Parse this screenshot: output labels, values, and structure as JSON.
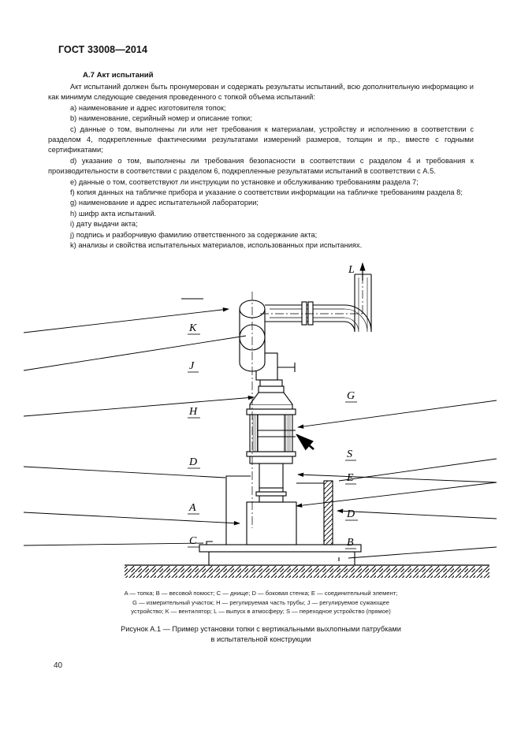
{
  "header": {
    "standard": "ГОСТ 33008—2014"
  },
  "section": {
    "number_title": "А.7 Акт испытаний"
  },
  "body": {
    "intro": "Акт испытаний должен быть пронумерован и содержать результаты испытаний, всю дополнительную информацию и как минимум следующие сведения проведенного с топкой объема испытаний:",
    "items": [
      "a) наименование и адрес изготовителя топок;",
      "b) наименование, серийный номер и описание топки;",
      "c) данные о том, выполнены ли или нет требования к материалам, устройству и исполнению в соответствии с разделом 4, подкрепленные фактическими результатами измерений размеров, толщин и пр., вместе с годными сертификатами;",
      "d) указание о том, выполнены ли требования безопасности в соответствии с разделом 4 и требования к производительности в соответствии с разделом 6, подкрепленные результатами испытаний в соответствии с А.5.",
      "e) данные о том, соответствуют ли инструкции по установке и обслуживанию требованиям раздела 7;",
      "f) копия данных на табличке прибора и указание о соответствии информации на табличке требованиям раздела 8;",
      "g) наименование и адрес испытательной лаборатории;",
      "h) шифр акта испытаний.",
      "i) дату выдачи акта;",
      "j) подпись и разборчивую фамилию ответственного за содержание акта;",
      "k) анализы и свойства испытательных материалов, использованных при испытаниях."
    ]
  },
  "figure": {
    "legend_line1": "A — топка; B — весовой помост; C — днище; D — боковая стенка; E — соединительный элемент;",
    "legend_line2": "G — измерительный участок; H — регулируемая часть трубы; J — регулируемое сужающее",
    "legend_line3": "устройство; K — вентилятор; L — выпуск в атмосферу; S — переходное устройство (прямое)",
    "caption_line1": "Рисунок А.1 — Пример установки топки с вертикальными выхлопными патрубками",
    "caption_line2": "в испытательной конструкции",
    "labels": {
      "A": "A",
      "B": "B",
      "C": "C",
      "D_left": "D",
      "D_right": "D",
      "E": "E",
      "G": "G",
      "H": "H",
      "J": "J",
      "K": "K",
      "L": "L",
      "S": "S"
    }
  },
  "footer": {
    "page_number": "40"
  },
  "colors": {
    "ink": "#000000",
    "text": "#1a1a1a",
    "paper": "#ffffff"
  }
}
